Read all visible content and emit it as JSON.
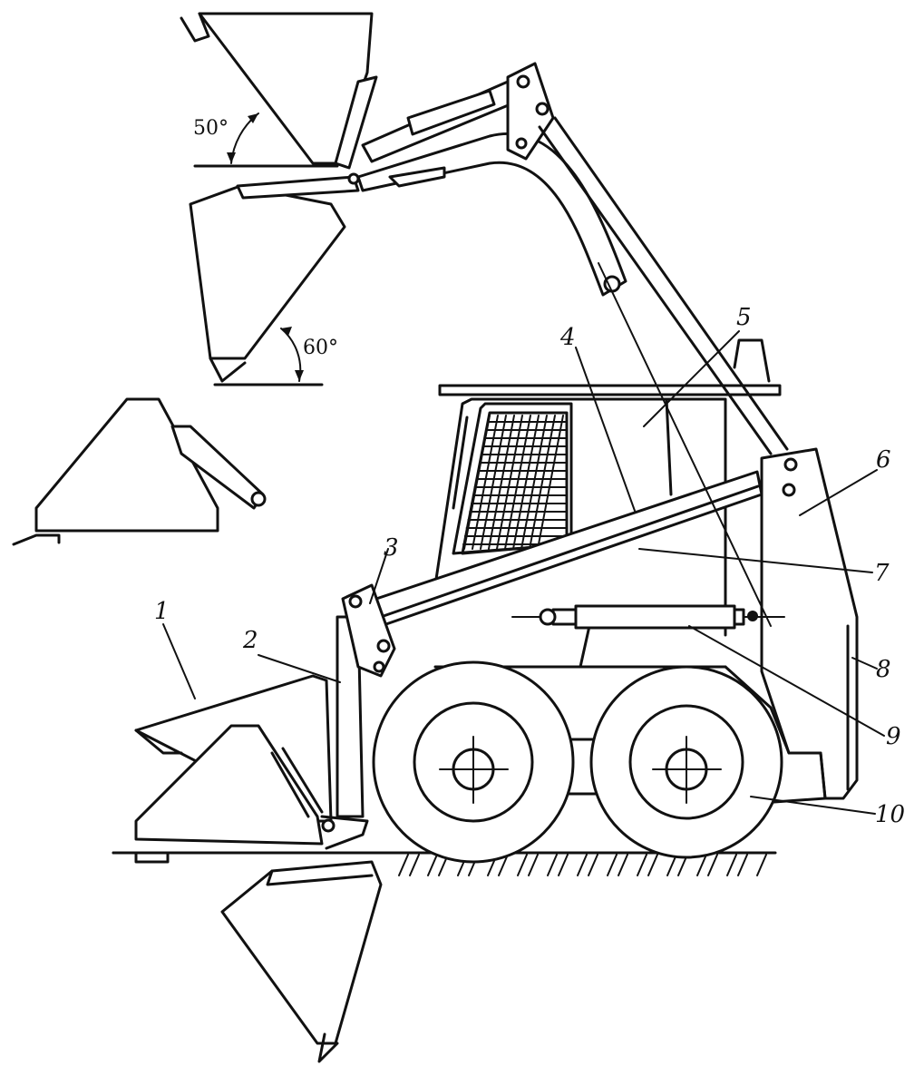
{
  "angles": {
    "tilt_upper": "50°",
    "tilt_middle": "60°"
  },
  "callouts": [
    {
      "id": "1",
      "text": "1"
    },
    {
      "id": "2",
      "text": "2"
    },
    {
      "id": "3",
      "text": "3"
    },
    {
      "id": "4",
      "text": "4"
    },
    {
      "id": "5",
      "text": "5"
    },
    {
      "id": "6",
      "text": "6"
    },
    {
      "id": "7",
      "text": "7"
    },
    {
      "id": "8",
      "text": "8"
    },
    {
      "id": "9",
      "text": "9"
    },
    {
      "id": "10",
      "text": "10"
    }
  ]
}
